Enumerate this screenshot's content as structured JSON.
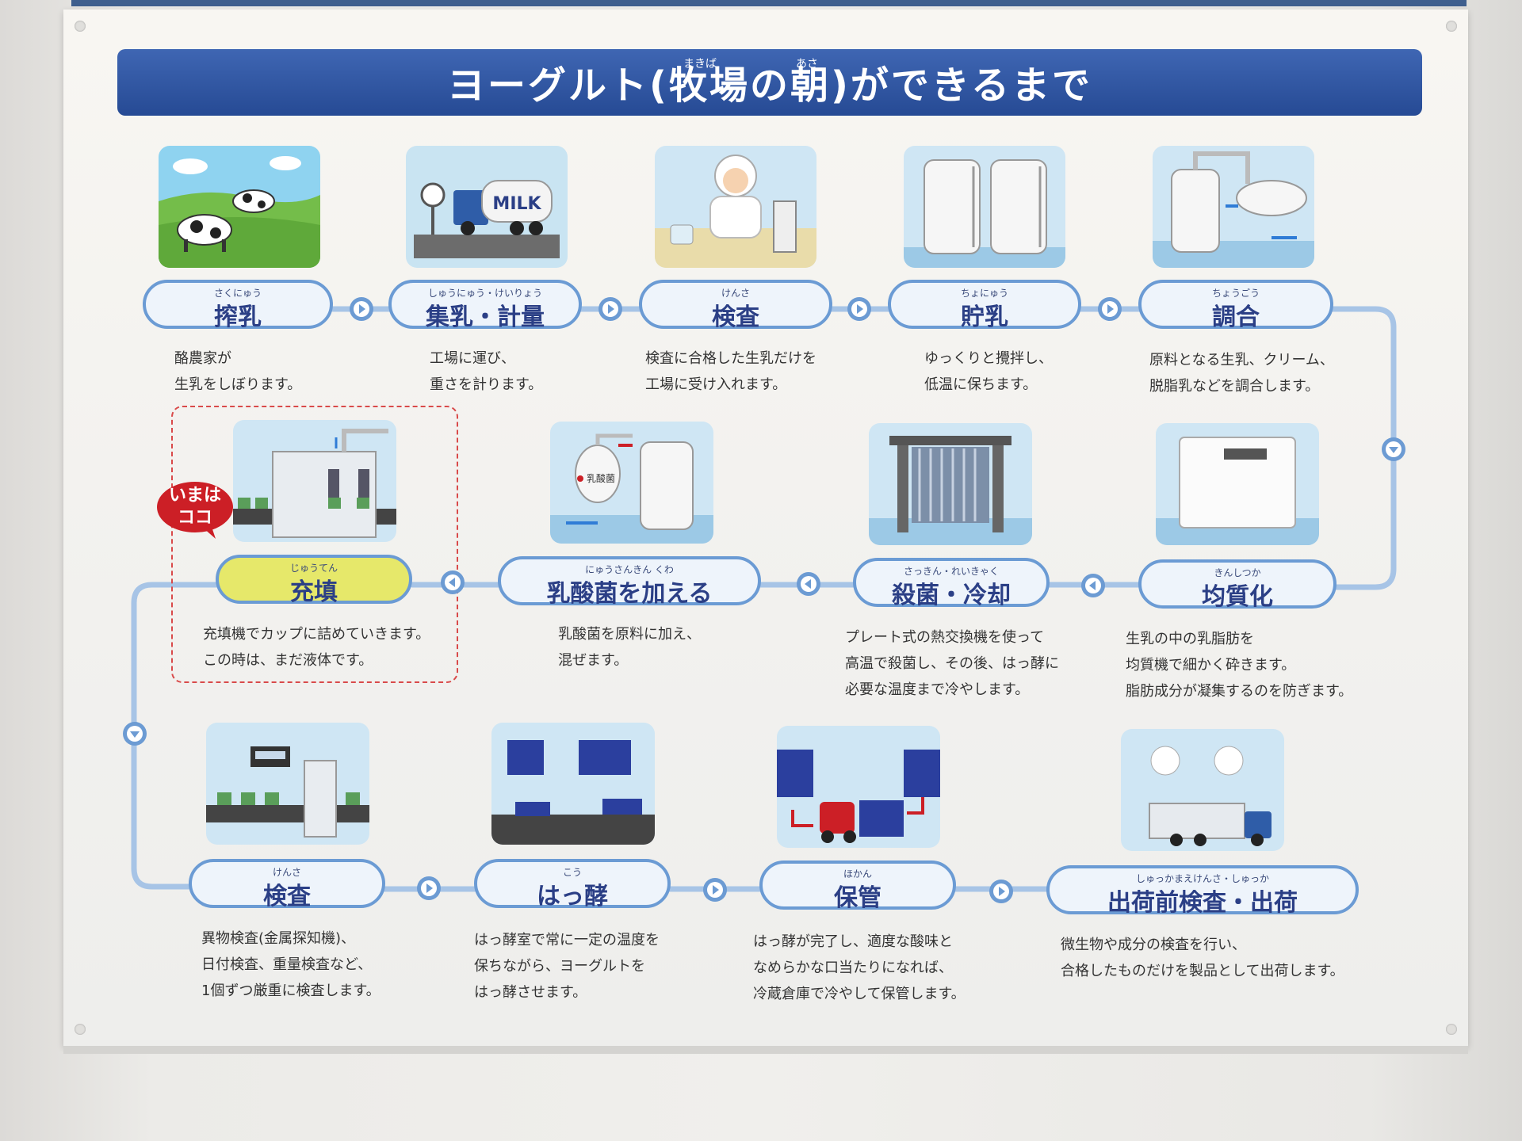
{
  "title": {
    "text": "ヨーグルト(牧場の朝)ができるまで",
    "furigana": [
      "まきば",
      "あさ"
    ]
  },
  "current_marker": "いまは\nココ",
  "steps": [
    {
      "furigana": "さくにゅう",
      "name": "搾乳",
      "desc": [
        "酪農家が",
        "生乳をしぼります。"
      ],
      "icon": "cows-pasture-icon"
    },
    {
      "furigana": "しゅうにゅう・けいりょう",
      "name": "集乳・計量",
      "desc": [
        "工場に運び、",
        "重さを計ります。"
      ],
      "icon": "milk-truck-scale-icon",
      "truck_label": "MILK"
    },
    {
      "furigana": "けんさ",
      "name": "検査",
      "desc": [
        "検査に合格した生乳だけを",
        "工場に受け入れます。"
      ],
      "icon": "lab-inspector-icon"
    },
    {
      "furigana": "ちょにゅう",
      "name": "貯乳",
      "desc": [
        "ゆっくりと攪拌し、",
        "低温に保ちます。"
      ],
      "icon": "storage-tanks-icon"
    },
    {
      "furigana": "ちょうごう",
      "name": "調合",
      "desc": [
        "原料となる生乳、クリーム、",
        "脱脂乳などを調合します。"
      ],
      "icon": "mixing-tank-icon"
    },
    {
      "furigana": "きんしつか",
      "name": "均質化",
      "desc": [
        "生乳の中の乳脂肪を",
        "均質機で細かく砕きます。",
        "脂肪成分が凝集するのを防ぎます。"
      ],
      "icon": "homogenizer-icon"
    },
    {
      "furigana": "さっきん・れいきゃく",
      "name": "殺菌・冷却",
      "desc": [
        "プレート式の熱交換機を使って",
        "高温で殺菌し、その後、はっ酵に",
        "必要な温度まで冷やします。"
      ],
      "icon": "heat-exchanger-icon"
    },
    {
      "furigana": "にゅうさんきん くわ",
      "name": "乳酸菌を加える",
      "desc": [
        "乳酸菌を原料に加え、",
        "混ぜます。"
      ],
      "icon": "lactic-acid-tank-icon",
      "tank_label": "乳酸菌"
    },
    {
      "furigana": "じゅうてん",
      "name": "充填",
      "desc": [
        "充填機でカップに詰めていきます。",
        "この時は、まだ液体です。"
      ],
      "icon": "filling-machine-icon",
      "current": true
    },
    {
      "furigana": "けんさ",
      "name": "検査",
      "desc": [
        "異物検査(金属探知機)、",
        "日付検査、重量検査など、",
        "1個ずつ厳重に検査します。"
      ],
      "icon": "metal-detector-icon"
    },
    {
      "furigana": "こう",
      "name": "はっ酵",
      "desc": [
        "はっ酵室で常に一定の温度を",
        "保ちながら、ヨーグルトを",
        "はっ酵させます。"
      ],
      "icon": "fermentation-room-icon"
    },
    {
      "furigana": "ほかん",
      "name": "保管",
      "desc": [
        "はっ酵が完了し、適度な酸味と",
        "なめらかな口当たりになれば、",
        "冷蔵倉庫で冷やして保管します。"
      ],
      "icon": "forklift-storage-icon"
    },
    {
      "furigana": "しゅっかまえけんさ・しゅっか",
      "name": "出荷前検査・出荷",
      "desc": [
        "微生物や成分の検査を行い、",
        "合格したものだけを製品として出荷します。"
      ],
      "icon": "shipping-truck-icon"
    }
  ],
  "colors": {
    "title_bar": "#2f56a3",
    "pill_border": "#6b9bd4",
    "pill_text": "#2b3f86",
    "current_pill": "#e6e86a",
    "flow_line": "#a7c4e6",
    "marker": "#cc1f26"
  }
}
